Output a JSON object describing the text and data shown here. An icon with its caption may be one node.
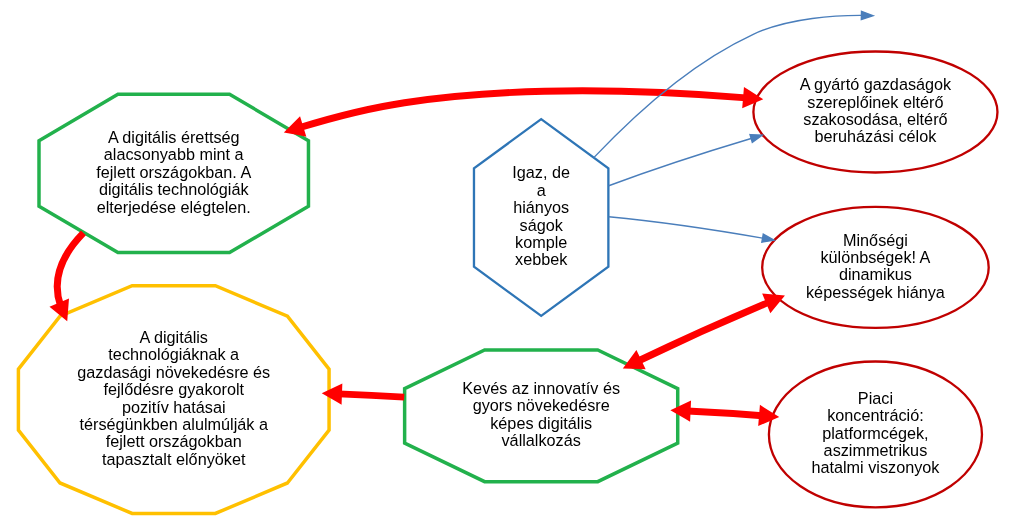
{
  "diagram": {
    "nodes": [
      {
        "text": [
          "A digitális érettség alacsonyabb mint a fejlett országokban. A digitális technológiák elterjedése elégtelen."
        ]
      },
      {
        "text": [
          "A digitális technológiáknak a gazdasági növekedésre és fejlődésre gyakorolt pozitív hatásai térségünkben alulmúlják a fejlett országokban tapasztalt előnyöket"
        ]
      },
      {
        "text": [
          "A gyártó gazdaságok szereplőinek eltérő szakosodása, eltérő beruházási célok"
        ]
      },
      {
        "text": [
          "Igaz, de a hiányos ságok komple xebbek"
        ]
      },
      {
        "text": [
          "Minőségi különbségek! A dinamikus képességek hiánya"
        ]
      },
      {
        "text": [
          "Kevés az innovatív és gyors növekedésre képes digitális vállalkozás"
        ]
      },
      {
        "text": [
          "Piaci koncentráció: platformcégek, aszimmetrikus hatalmi viszonyok"
        ]
      }
    ],
    "edges": [
      {
        "from": 0,
        "to": 1,
        "arrow": "to"
      },
      {
        "from": 0,
        "to": 2,
        "arrow": "both"
      },
      {
        "from": 3,
        "to": 2,
        "arrow": "to",
        "color": "#4a7ebb"
      },
      {
        "from": 3,
        "to": 4,
        "arrow": "to",
        "color": "#4a7ebb"
      },
      {
        "from": 3,
        "to": null,
        "arrow": "to",
        "color": "#4a7ebb"
      },
      {
        "from": 5,
        "to": 1,
        "arrow": "to"
      },
      {
        "from": 5,
        "to": 4,
        "arrow": "both"
      },
      {
        "from": 5,
        "to": 6,
        "arrow": "both"
      }
    ]
  }
}
